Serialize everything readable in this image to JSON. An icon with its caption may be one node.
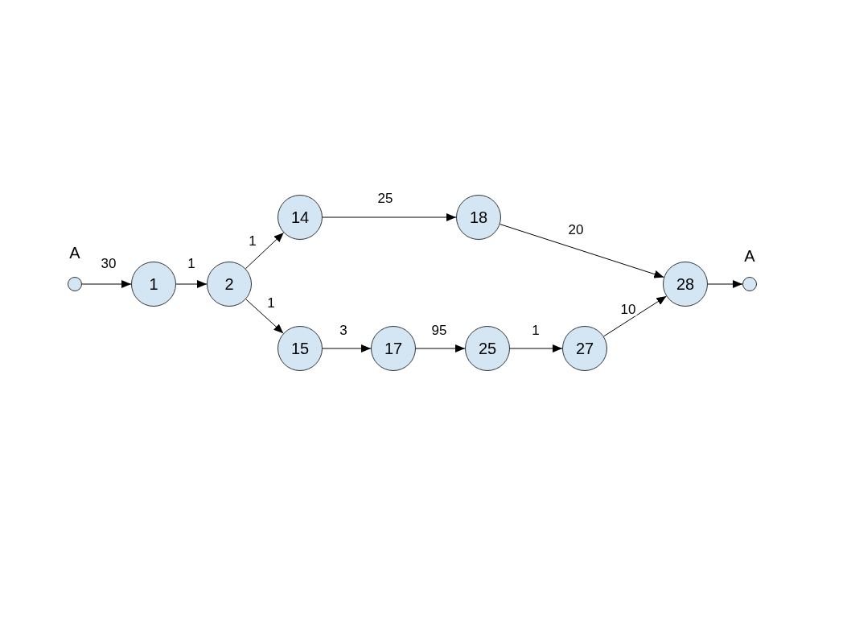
{
  "diagram": {
    "nodes": [
      {
        "text": [],
        "shape": "circle",
        "beside": [
          "A"
        ]
      },
      {
        "text": [
          "1"
        ]
      },
      {
        "text": [
          "2"
        ]
      },
      {
        "text": [
          "14"
        ]
      },
      {
        "text": [
          "18"
        ]
      },
      {
        "text": [
          "15"
        ]
      },
      {
        "text": [
          "17"
        ]
      },
      {
        "text": [
          "25"
        ]
      },
      {
        "text": [
          "27"
        ]
      },
      {
        "text": [
          "28"
        ]
      },
      {
        "text": [],
        "shape": "circle",
        "beside": [
          "A"
        ]
      }
    ],
    "edges": [
      {
        "from": 0,
        "to": 1,
        "arrow": "to",
        "label": "30"
      },
      {
        "from": 1,
        "to": 2,
        "arrow": "to",
        "label": "1"
      },
      {
        "from": 2,
        "to": 3,
        "arrow": "to",
        "label": "1"
      },
      {
        "from": 2,
        "to": 5,
        "arrow": "to",
        "label": "1"
      },
      {
        "from": 3,
        "to": 4,
        "arrow": "to",
        "label": "25"
      },
      {
        "from": 4,
        "to": 9,
        "arrow": "to",
        "label": "20"
      },
      {
        "from": 5,
        "to": 6,
        "arrow": "to",
        "label": "3"
      },
      {
        "from": 6,
        "to": 7,
        "arrow": "to",
        "label": "95"
      },
      {
        "from": 7,
        "to": 8,
        "arrow": "to",
        "label": "1"
      },
      {
        "from": 8,
        "to": 9,
        "arrow": "to",
        "label": "10"
      },
      {
        "from": 9,
        "to": 10,
        "arrow": "to"
      }
    ]
  }
}
